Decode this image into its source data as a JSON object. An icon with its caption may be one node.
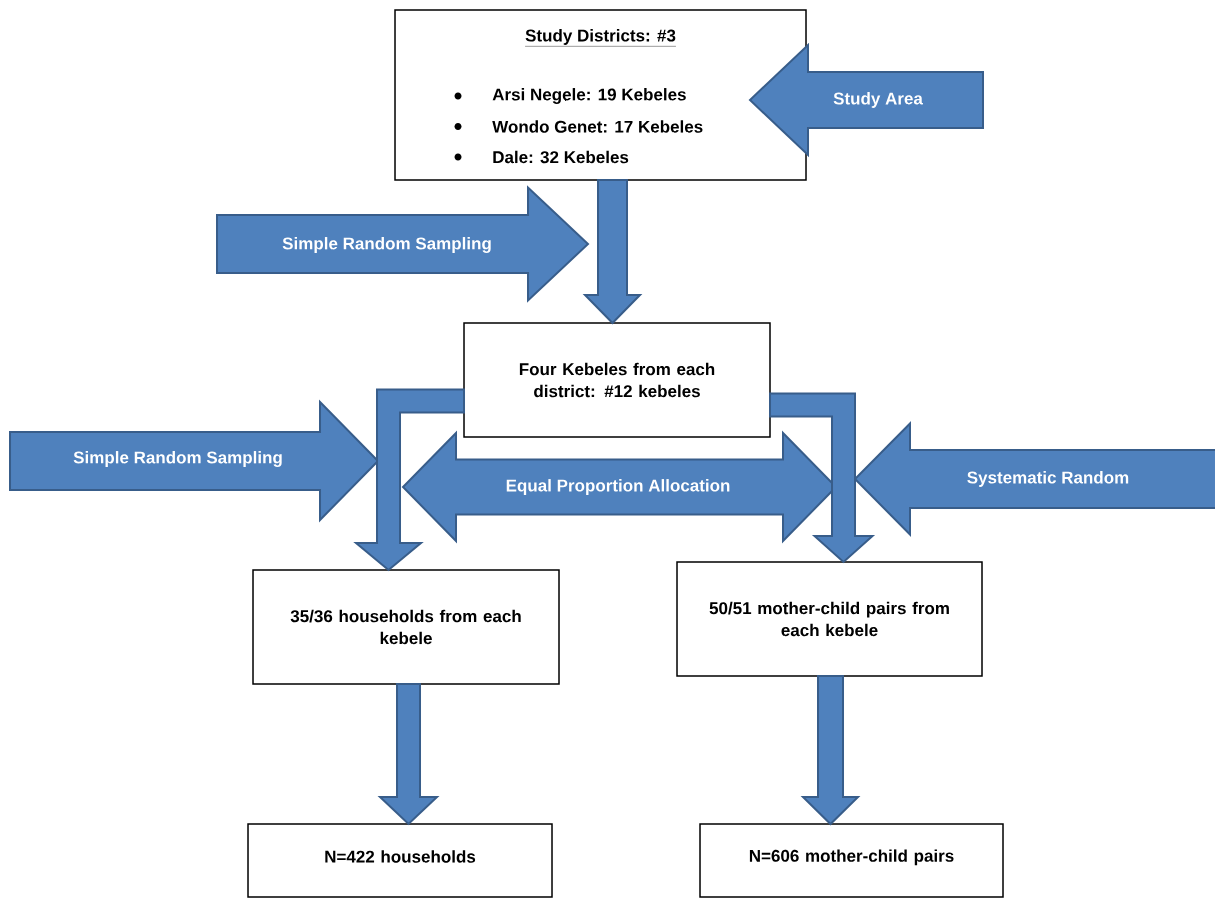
{
  "diagram": {
    "nodes": [
      {
        "text": [
          "Study Districts: #3",
          "Arsi Negele: 19 Kebeles",
          "Wondo Genet: 17 Kebeles",
          "Dale: 32 Kebeles"
        ]
      },
      {
        "text": [
          "Study Area"
        ]
      },
      {
        "text": [
          "Simple Random Sampling"
        ]
      },
      {
        "text": [
          "Four Kebeles from each district: #12 kebeles"
        ]
      },
      {
        "text": [
          "Simple Random Sampling"
        ]
      },
      {
        "text": [
          "Equal Proportion Allocation"
        ]
      },
      {
        "text": [
          "Systematic Random"
        ]
      },
      {
        "text": [
          "35/36 households from each kebele"
        ]
      },
      {
        "text": [
          "50/51 mother-child pairs from each kebele"
        ]
      },
      {
        "text": [
          "N=422 households"
        ]
      },
      {
        "text": [
          "N=606 mother-child pairs"
        ]
      }
    ],
    "edges": [
      {
        "from": 0,
        "to": 3,
        "arrow": "to"
      },
      {
        "from": 3,
        "to": 7,
        "arrow": "to"
      },
      {
        "from": 3,
        "to": 8,
        "arrow": "to"
      },
      {
        "from": 7,
        "to": 9,
        "arrow": "to"
      },
      {
        "from": 8,
        "to": 10,
        "arrow": "to"
      }
    ]
  }
}
